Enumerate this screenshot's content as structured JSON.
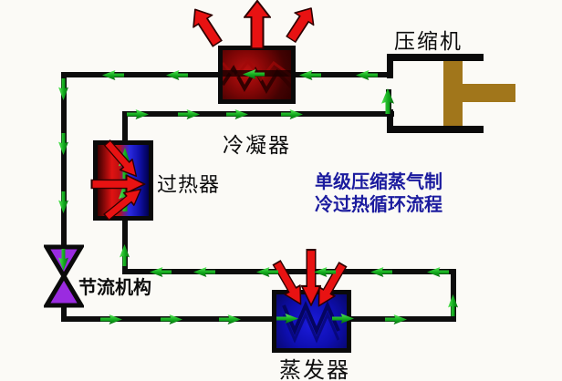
{
  "title": {
    "line1": "单级压缩蒸气制",
    "line2": "冷过热循环流程",
    "color": "#1b1b9e"
  },
  "components": {
    "compressor": {
      "label": "压缩机",
      "type": "piston-cylinder",
      "piston_color": "#a1761b"
    },
    "condenser": {
      "label": "冷凝器",
      "type": "heat-exchanger",
      "fill_color": "#7a0505",
      "heat_flow": "out-upward"
    },
    "superheater": {
      "label": "过热器",
      "type": "heat-exchanger",
      "fill_colors": [
        "#e01212",
        "#1212b0"
      ],
      "heat_flow": "in-from-left"
    },
    "throttle": {
      "label": "节流机构",
      "type": "expansion-valve",
      "fill_color": "#9a2be0"
    },
    "evaporator": {
      "label": "蒸发器",
      "type": "heat-exchanger",
      "fill_color": "#0e0eb0",
      "heat_flow": "in-downward"
    }
  },
  "flow": {
    "arrow_color": "#11a81c",
    "heat_arrow_color": "#e81212",
    "pipe_color": "#0d0d0d",
    "cycle_order": [
      "compressor",
      "condenser",
      "throttle",
      "evaporator",
      "superheater",
      "compressor"
    ]
  },
  "background_color": "#fbfaf6"
}
